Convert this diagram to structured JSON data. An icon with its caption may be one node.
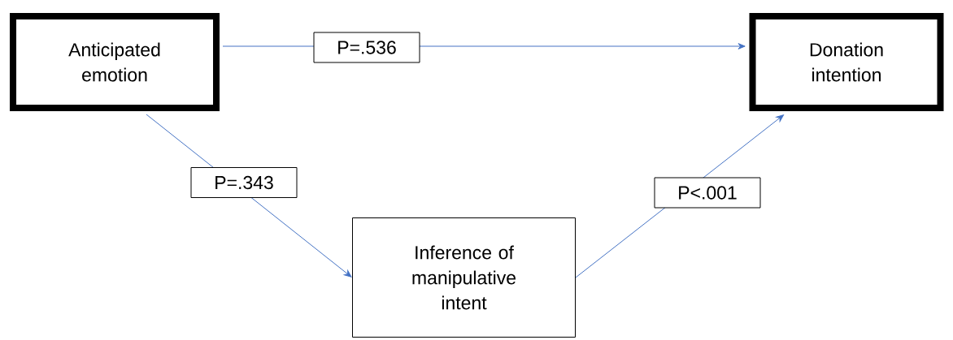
{
  "diagram": {
    "nodes": [
      {
        "text": [
          "Anticipated emotion"
        ]
      },
      {
        "text": [
          "Donation intention"
        ]
      },
      {
        "text": [
          "Inference of manipulative intent"
        ]
      }
    ],
    "edges": [
      {
        "from": 0,
        "to": 1,
        "arrow": "to",
        "label": "P=.536"
      },
      {
        "from": 0,
        "to": 2,
        "arrow": "to",
        "label": "P=.343"
      },
      {
        "from": 2,
        "to": 1,
        "arrow": "to",
        "label": "P<.001"
      }
    ]
  }
}
